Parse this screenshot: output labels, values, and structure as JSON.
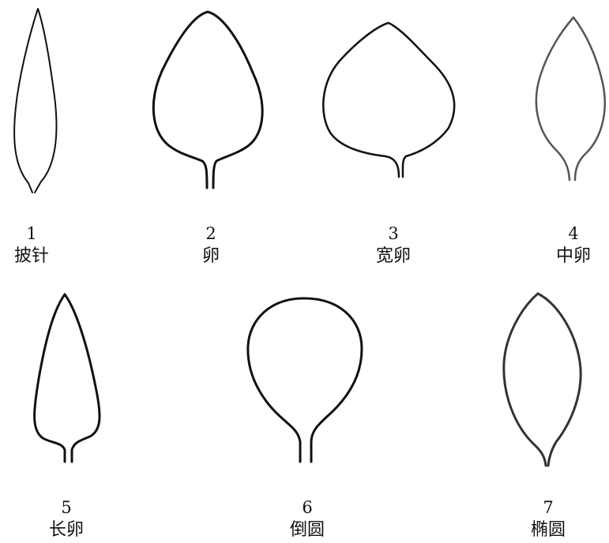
{
  "leaves": [
    {
      "number": "1",
      "name": "披针",
      "shape": "lanceolate"
    },
    {
      "number": "2",
      "name": "卵",
      "shape": "ovate"
    },
    {
      "number": "3",
      "name": "宽卵",
      "shape": "broadly-ovate"
    },
    {
      "number": "4",
      "name": "中卵",
      "shape": "medium-ovate"
    },
    {
      "number": "5",
      "name": "长卵",
      "shape": "long-ovate"
    },
    {
      "number": "6",
      "name": "倒圆",
      "shape": "obovate-round"
    },
    {
      "number": "7",
      "name": "椭圆",
      "shape": "elliptic"
    }
  ],
  "colors": {
    "outline": "#111111",
    "background": "#ffffff"
  }
}
